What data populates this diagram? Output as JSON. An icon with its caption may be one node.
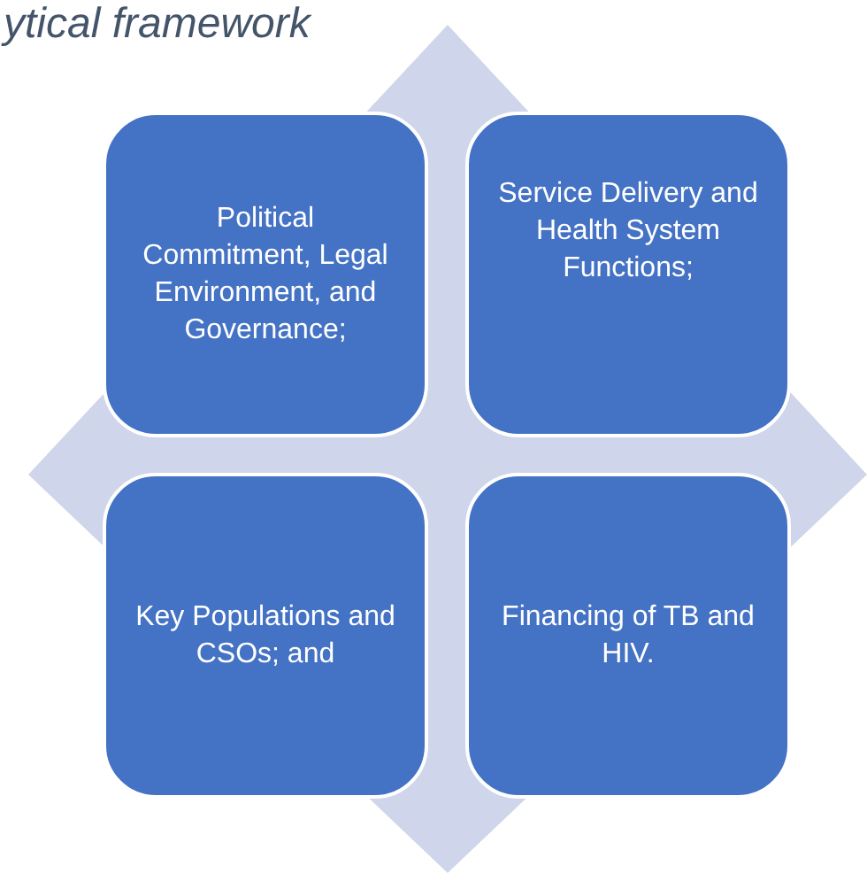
{
  "diagram": {
    "title": "ytical framework",
    "nodes": [
      {
        "text": [
          "Political Commitment, Legal Environment, and Governance;"
        ]
      },
      {
        "text": [
          "Service Delivery and Health System Functions;"
        ]
      },
      {
        "text": [
          "Key Populations and CSOs; and"
        ]
      },
      {
        "text": [
          "Financing of TB and HIV."
        ]
      }
    ]
  }
}
